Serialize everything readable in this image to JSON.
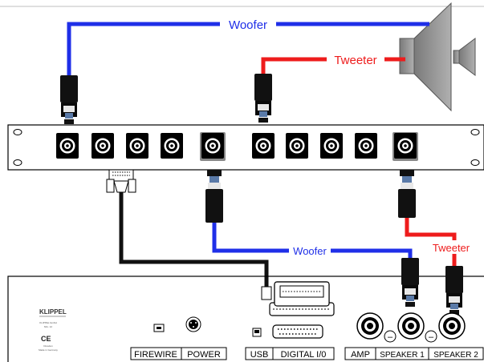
{
  "cable_labels": {
    "woofer_top": "Woofer",
    "tweeter_top": "Tweeter",
    "woofer_bottom": "Woofer",
    "tweeter_bottom": "Tweeter"
  },
  "device": {
    "brand": "KLIPPEL",
    "fine_print": [
      "KLIPPEL GmbH",
      "Mrs. 12",
      "Dresden",
      "Made in Germany"
    ],
    "ce_mark": "CE",
    "ports": {
      "firewire": "FIREWIRE",
      "power": "POWER",
      "usb": "USB",
      "digital_io": "DIGITAL I/0",
      "amp": "AMP",
      "speaker1": "SPEAKER 1",
      "speaker2": "SPEAKER 2"
    },
    "minus_sign": "–"
  },
  "colors": {
    "woofer": "#1f2fe8",
    "tweeter": "#ee1c1c",
    "signal_cable": "#111111",
    "text_blue": "#1f2fe8",
    "text_red": "#ee1c1c",
    "speaker_fill": "#9a9a9a"
  },
  "icons": [
    "speakon-connector-icon",
    "bnc-jack-icon",
    "db25-connector-icon",
    "firewire-port-icon",
    "power-socket-icon",
    "usb-port-icon",
    "ce-mark-icon",
    "loudspeaker-icon"
  ]
}
